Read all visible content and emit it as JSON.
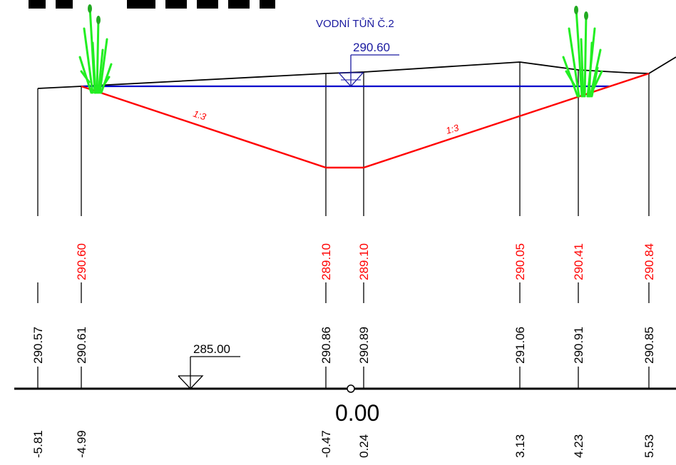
{
  "header_partial_text": "• • • • •",
  "pond_label": "VODNÍ TŮŇ Č.2",
  "water_level": "290.60",
  "datum_level": "285.00",
  "axis_zero": "0.00",
  "slope_labels": [
    "1:3",
    "1:3"
  ],
  "colors": {
    "terrain": "#000000",
    "water": "#0000cc",
    "design": "#ff0000",
    "vegetation": "#22ee22",
    "label_blue": "#1a1aa0"
  },
  "stations": [
    {
      "design": "",
      "terrain": "290.57",
      "offset": "-5.81"
    },
    {
      "design": "290.60",
      "terrain": "290.61",
      "offset": "-4.99"
    },
    {
      "design": "289.10",
      "terrain": "290.86",
      "offset": "-0.47"
    },
    {
      "design": "289.10",
      "terrain": "290.89",
      "offset": "0.24"
    },
    {
      "design": "290.05",
      "terrain": "291.06",
      "offset": "3.13"
    },
    {
      "design": "290.41",
      "terrain": "290.91",
      "offset": "4.23"
    },
    {
      "design": "290.84",
      "terrain": "290.85",
      "offset": "5.53"
    }
  ]
}
